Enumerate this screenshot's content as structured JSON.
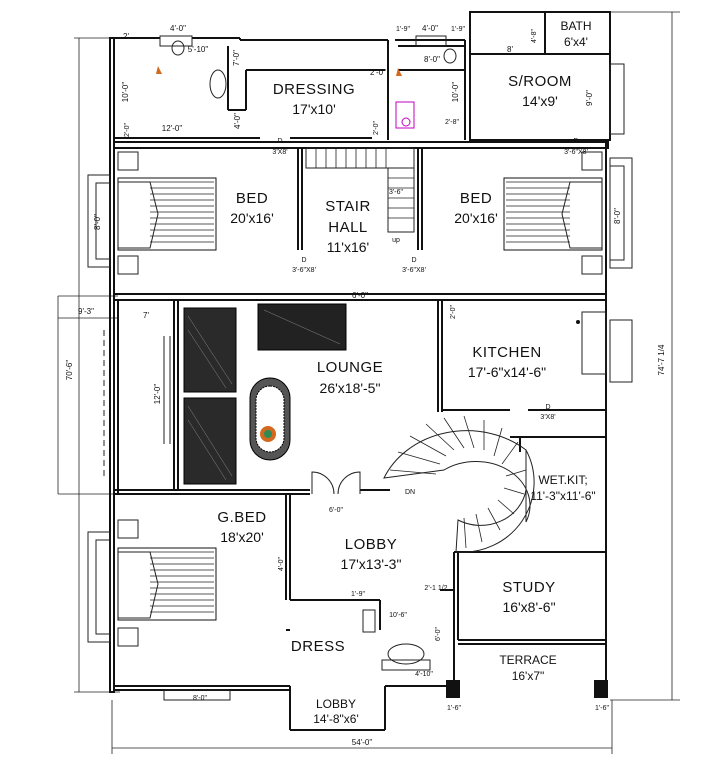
{
  "rooms": {
    "dressing": {
      "name": "DRESSING",
      "size": "17'x10'"
    },
    "bath": {
      "name": "BATH",
      "size": "6'x4'"
    },
    "store": {
      "name": "S/ROOM",
      "size": "14'x9'"
    },
    "bed_left": {
      "name": "BED",
      "size": "20'x16'"
    },
    "bed_right": {
      "name": "BED",
      "size": "20'x16'"
    },
    "stair_hall": {
      "line1": "STAIR",
      "line2": "HALL",
      "size": "11'x16'"
    },
    "lounge": {
      "name": "LOUNGE",
      "size": "26'x18'-5\""
    },
    "kitchen": {
      "name": "KITCHEN",
      "size": "17'-6\"x14'-6\""
    },
    "wet_kitchen": {
      "name": "WET.KIT;",
      "size": "11'-3\"x11'-6\""
    },
    "guest_bed": {
      "name": "G.BED",
      "size": "18'x20'"
    },
    "lobby_main": {
      "name": "LOBBY",
      "size": "17'x13'-3\""
    },
    "study": {
      "name": "STUDY",
      "size": "16'x8'-6\""
    },
    "terrace": {
      "name": "TERRACE",
      "size": "16'x7\""
    },
    "dress": {
      "name": "DRESS"
    },
    "lobby_entry": {
      "name": "LOBBY",
      "size": "14'-8\"x6'"
    }
  },
  "dimensions": {
    "overall_width": "54'-0\"",
    "overall_depth": "74'-7\"",
    "depth_right": "74'-7 1/4",
    "depth_left": "70'-6\"",
    "offset_left": "9'-3\"",
    "top_4_0_a": "4'-0\"",
    "top_2": "2'",
    "top_5_10": "5'-10\"",
    "top_1_9_a": "1'-9\"",
    "top_4_0_b": "4'-0\"",
    "top_1_9_b": "1'-9\"",
    "bath_4_8": "4'-8\"",
    "bath_8": "8'",
    "d_8_0": "8'-0\"",
    "ens_10_0": "10'-0\"",
    "ens_12_0": "12'-0\"",
    "ens_4_0": "4'-0\"",
    "ens_2_0": "2'-0\"",
    "dress_7_0": "7'-0\"",
    "dress_2_0": "2'-0\"",
    "dress_2_0b": "2'-0\"",
    "s_10_0": "10'-0\"",
    "s_2_8": "2'-8\"",
    "s_9_0": "9'-0\"",
    "bed_8_0_l": "8'-0\"",
    "bed_8_0_r": "8'-0\"",
    "door_3_8_a": "3'X8'",
    "door_3_8_b": "3'-6\"X8'",
    "door_3_6_8_l": "3'-6\"X8'",
    "door_3_6_8_r": "3'-6\"X8'",
    "door_d": "D",
    "stair_3_6": "3'-6\"",
    "stair_up": "up",
    "gap_6_0": "6'-0\"",
    "lounge_7": "7'",
    "lounge_12_0": "12'-0\"",
    "kitchen_2_0": "2'-0\"",
    "kit_door": "3'X8'",
    "dn": "DN",
    "lobby_6_0": "6'-0\"",
    "lobby_4_0": "4'-0\"",
    "dress_1_9": "1'-9\"",
    "dress_10_6": "10'-6\"",
    "study_2_1_2": "2'-1 1/2",
    "dress_6_0": "6'-0\"",
    "dress_4_10": "4'-10\"",
    "window_8_0": "8'-0\"",
    "col_1_6_l": "1'-6\"",
    "col_1_6_r": "1'-6\""
  }
}
